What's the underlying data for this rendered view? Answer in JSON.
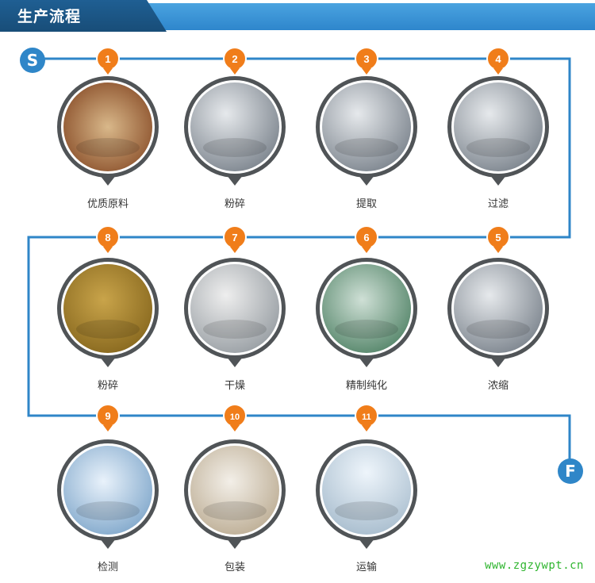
{
  "header": {
    "title": "生产流程"
  },
  "start_badge": "S",
  "finish_badge": "F",
  "steps": [
    {
      "number": "1",
      "label": "优质原料"
    },
    {
      "number": "2",
      "label": "粉碎"
    },
    {
      "number": "3",
      "label": "提取"
    },
    {
      "number": "4",
      "label": "过滤"
    },
    {
      "number": "5",
      "label": "浓缩"
    },
    {
      "number": "6",
      "label": "精制纯化"
    },
    {
      "number": "7",
      "label": "干燥"
    },
    {
      "number": "8",
      "label": "粉碎"
    },
    {
      "number": "9",
      "label": "检测"
    },
    {
      "number": "10",
      "label": "包装"
    },
    {
      "number": "11",
      "label": "运输"
    }
  ],
  "watermark": "www.zgzywpt.cn",
  "colors": {
    "line": "#2f86c8",
    "marker": "#f07d1a",
    "header": "#2e86cc"
  }
}
